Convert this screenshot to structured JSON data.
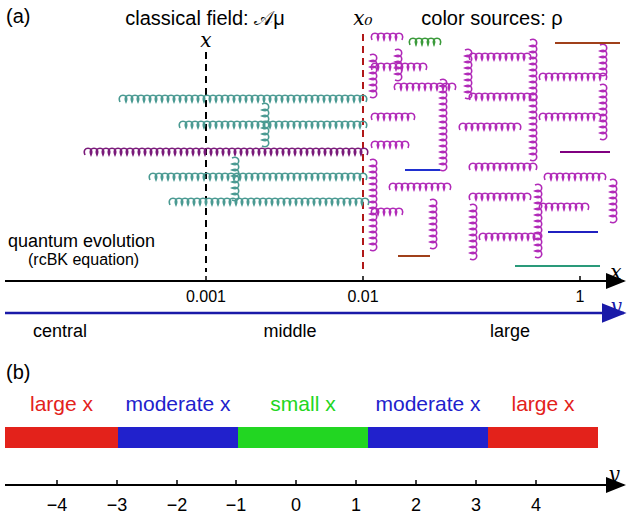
{
  "diagram": {
    "nodes": [
      {
        "text": [
          "large x"
        ]
      },
      {
        "text": [
          "moderate x"
        ]
      },
      {
        "text": [
          "small x"
        ]
      },
      {
        "text": [
          "moderate x"
        ]
      },
      {
        "text": [
          "large x"
        ]
      }
    ],
    "labels": [
      "(a)",
      "classical field: 𝒜μ",
      "x",
      "x₀",
      "color sources: ρ",
      "quantum evolution",
      "(rcBK equation)",
      "0.001",
      "0.01",
      "1",
      "x",
      "central",
      "middle",
      "large",
      "y",
      "(b)",
      "−4",
      "−3",
      "−2",
      "−1",
      "0",
      "1",
      "2",
      "3",
      "4",
      "y"
    ]
  }
}
